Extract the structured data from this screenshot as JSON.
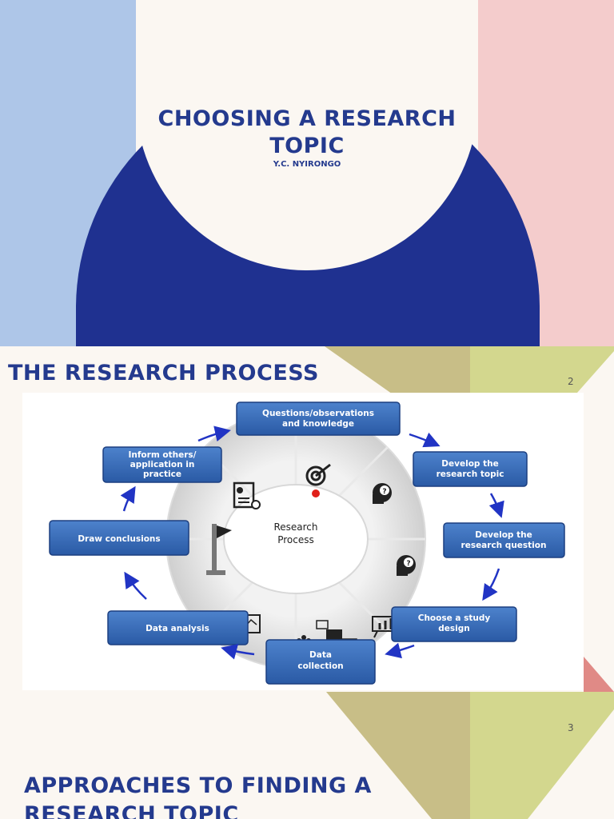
{
  "slide1": {
    "title": "CHOOSING A RESEARCH TOPIC",
    "author": "Y.C. NYIRONGO"
  },
  "slide2": {
    "title": "THE RESEARCH PROCESS",
    "page_number": "2",
    "diagram": {
      "center_label_line1": "Research",
      "center_label_line2": "Process",
      "steps": [
        {
          "line1": "Questions/observations",
          "line2": "and knowledge"
        },
        {
          "line1": "Develop the",
          "line2": "research topic"
        },
        {
          "line1": "Develop the",
          "line2": "research question"
        },
        {
          "line1": "Choose a study",
          "line2": "design"
        },
        {
          "line1": "Data",
          "line2": "collection"
        },
        {
          "line1": "Data analysis",
          "line2": ""
        },
        {
          "line1": "Draw conclusions",
          "line2": ""
        },
        {
          "line1": "Inform others/",
          "line2": "application in",
          "line3": "practice"
        }
      ]
    }
  },
  "slide3": {
    "page_number": "3",
    "title": "APPROACHES TO FINDING A RESEARCH TOPIC"
  },
  "colors": {
    "navy": "#1f3190",
    "title_blue": "#243a8e",
    "light_blue": "#aec6e8",
    "pink": "#f4cccc",
    "olive": "#c8be87",
    "lime": "#d3d78e",
    "step_box": "#2f63b0",
    "arrow": "#2134c4"
  }
}
